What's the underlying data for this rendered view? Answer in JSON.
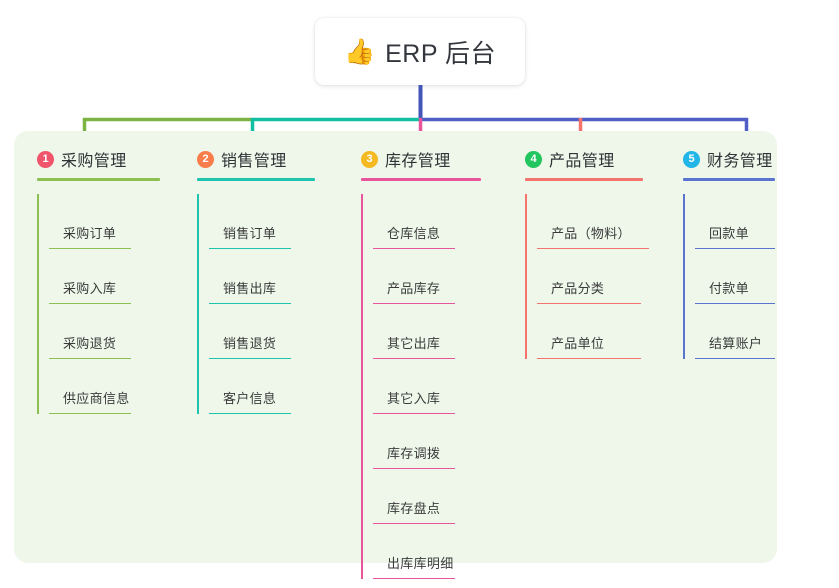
{
  "root": {
    "icon": "thumbs-up-icon",
    "emoji": "👍",
    "title": "ERP 后台"
  },
  "palette": {
    "page_background": "#ffffff",
    "panel_background": "#eef7e9",
    "trunk": "#4356b8",
    "bar_left": "#7cb342",
    "bar_mid": "#11bfa3",
    "bar_right": "#4f5fc6"
  },
  "columns": [
    {
      "index": 1,
      "badge_label": "1",
      "badge_color": "#f0556b",
      "title": "采购管理",
      "line_color": "#8cc152",
      "connector_color": "#7cb342",
      "items": [
        {
          "label": "采购订单"
        },
        {
          "label": "采购入库"
        },
        {
          "label": "采购退货"
        },
        {
          "label": "供应商信息"
        }
      ]
    },
    {
      "index": 2,
      "badge_label": "2",
      "badge_color": "#f97d4a",
      "title": "销售管理",
      "line_color": "#1ec4ae",
      "connector_color": "#11bfa3",
      "items": [
        {
          "label": "销售订单"
        },
        {
          "label": "销售出库"
        },
        {
          "label": "销售退货"
        },
        {
          "label": "客户信息"
        }
      ]
    },
    {
      "index": 3,
      "badge_label": "3",
      "badge_color": "#f5b921",
      "title": "库存管理",
      "line_color": "#e8559a",
      "connector_color": "#e8559a",
      "items": [
        {
          "label": "仓库信息"
        },
        {
          "label": "产品库存"
        },
        {
          "label": "其它出库"
        },
        {
          "label": "其它入库"
        },
        {
          "label": "库存调拨"
        },
        {
          "label": "库存盘点"
        },
        {
          "label": "出库库明细"
        }
      ]
    },
    {
      "index": 4,
      "badge_label": "4",
      "badge_color": "#22c55e",
      "title": "产品管理",
      "line_color": "#f4736c",
      "connector_color": "#f4736c",
      "items": [
        {
          "label": "产品（物料）"
        },
        {
          "label": "产品分类"
        },
        {
          "label": "产品单位"
        }
      ]
    },
    {
      "index": 5,
      "badge_label": "5",
      "badge_color": "#22b5e8",
      "title": "财务管理",
      "line_color": "#5b74d0",
      "connector_color": "#4f5fc6",
      "items": [
        {
          "label": "回款单"
        },
        {
          "label": "付款单"
        },
        {
          "label": "结算账户"
        }
      ]
    }
  ]
}
